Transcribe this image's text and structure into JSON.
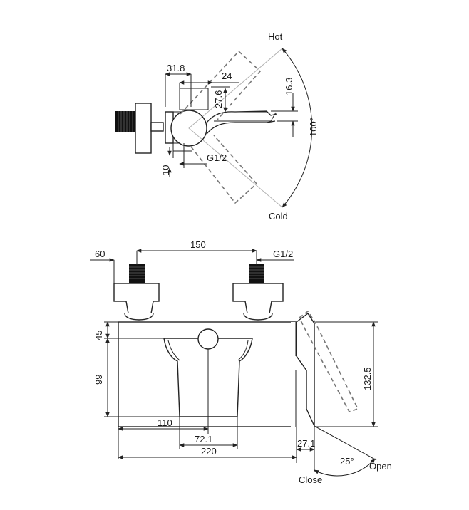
{
  "top_view": {
    "labels": {
      "hot": "Hot",
      "cold": "Cold",
      "thread": "G1/2"
    },
    "dimensions": {
      "d_31_8": "31.8",
      "d_24": "24",
      "d_27_6": "27.6",
      "d_16_3": "16.3",
      "d_10": "10",
      "angle_100": "100°"
    }
  },
  "front_view": {
    "labels": {
      "thread": "G1/2",
      "close": "Close",
      "open": "Open"
    },
    "dimensions": {
      "d_60": "60",
      "d_150": "150",
      "d_45": "45",
      "d_99": "99",
      "d_110": "110",
      "d_72_1": "72.1",
      "d_220": "220",
      "d_27_1": "27.1",
      "d_132_5": "132.5",
      "angle_25": "25°"
    }
  }
}
